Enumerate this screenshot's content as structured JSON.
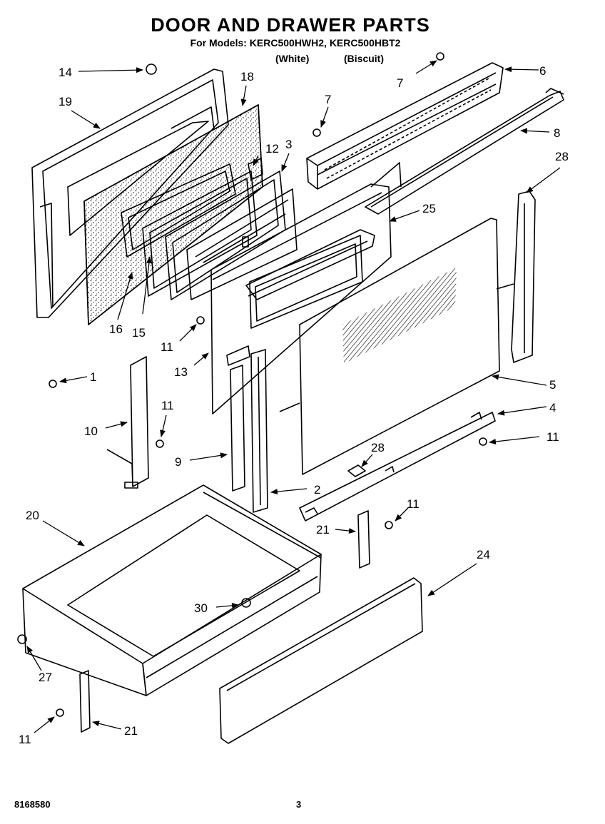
{
  "header": {
    "title": "DOOR AND DRAWER PARTS",
    "models": "For Models: KERC500HWH2, KERC500HBT2",
    "color_white": "(White)",
    "color_biscuit": "(Biscuit)"
  },
  "callouts": [
    {
      "id": "c14",
      "label": "14"
    },
    {
      "id": "c19",
      "label": "19"
    },
    {
      "id": "c18",
      "label": "18"
    },
    {
      "id": "c7a",
      "label": "7"
    },
    {
      "id": "c7b",
      "label": "7"
    },
    {
      "id": "c6",
      "label": "6"
    },
    {
      "id": "c8",
      "label": "8"
    },
    {
      "id": "c28a",
      "label": "28"
    },
    {
      "id": "c12",
      "label": "12"
    },
    {
      "id": "c3",
      "label": "3"
    },
    {
      "id": "c25",
      "label": "25"
    },
    {
      "id": "c16",
      "label": "16"
    },
    {
      "id": "c15",
      "label": "15"
    },
    {
      "id": "c11a",
      "label": "11"
    },
    {
      "id": "c13",
      "label": "13"
    },
    {
      "id": "c1",
      "label": "1"
    },
    {
      "id": "c11b",
      "label": "11"
    },
    {
      "id": "c10",
      "label": "10"
    },
    {
      "id": "c5",
      "label": "5"
    },
    {
      "id": "c4",
      "label": "4"
    },
    {
      "id": "c11c",
      "label": "11"
    },
    {
      "id": "c28b",
      "label": "28"
    },
    {
      "id": "c9",
      "label": "9"
    },
    {
      "id": "c2",
      "label": "2"
    },
    {
      "id": "c20",
      "label": "20"
    },
    {
      "id": "c11d",
      "label": "11"
    },
    {
      "id": "c21a",
      "label": "21"
    },
    {
      "id": "c24",
      "label": "24"
    },
    {
      "id": "c30",
      "label": "30"
    },
    {
      "id": "c27",
      "label": "27"
    },
    {
      "id": "c11e",
      "label": "11"
    },
    {
      "id": "c21b",
      "label": "21"
    }
  ],
  "footer": {
    "doc_number": "8168580",
    "page_number": "3"
  }
}
